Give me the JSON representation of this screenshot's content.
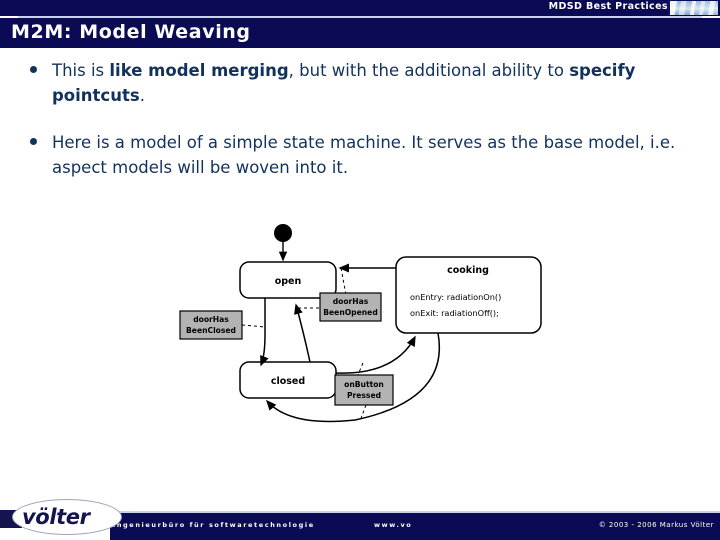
{
  "header": {
    "kicker": "MDSD Best Practices",
    "thumb_icon": "decorative-photo-strip",
    "title": "M2M: Model Weaving",
    "band_color": "#0b0b55",
    "rule_color": "#c9d4ea"
  },
  "bullets": [
    {
      "marker": "bullet-dot",
      "segments": [
        {
          "text": "This is ",
          "bold": false
        },
        {
          "text": "like model merging",
          "bold": true
        },
        {
          "text": ", but with the additional ability to ",
          "bold": false
        },
        {
          "text": "specify pointcuts",
          "bold": true
        },
        {
          "text": ".",
          "bold": false
        }
      ]
    },
    {
      "marker": "bullet-dot",
      "segments": [
        {
          "text": "Here is a model of a simple state machine. It serves as the base model, i.e. aspect models will be woven into it.",
          "bold": false
        }
      ]
    }
  ],
  "diagram": {
    "caption": "simple state machine base model",
    "initial_state": {
      "name": "initial-pseudostate",
      "shape": "filled-circle"
    },
    "states": [
      {
        "id": "open",
        "label": "open",
        "actions": []
      },
      {
        "id": "closed",
        "label": "closed",
        "actions": []
      },
      {
        "id": "cooking",
        "label": "cooking",
        "actions": [
          "onEntry: radiationOn()",
          "onExit: radiationOff();"
        ]
      }
    ],
    "events": [
      {
        "id": "doorHasBeenClosed",
        "line1": "doorHas",
        "line2": "BeenClosed"
      },
      {
        "id": "doorHasBeenOpened",
        "line1": "doorHas",
        "line2": "BeenOpened"
      },
      {
        "id": "onButtonPressed",
        "line1": "onButton",
        "line2": "Pressed"
      }
    ],
    "transitions": [
      {
        "from": "initial",
        "to": "open",
        "event": ""
      },
      {
        "from": "open",
        "to": "closed",
        "event": "doorHasBeenClosed"
      },
      {
        "from": "closed",
        "to": "open",
        "event": "doorHasBeenOpened"
      },
      {
        "from": "cooking",
        "to": "open",
        "event": "doorHasBeenOpened"
      },
      {
        "from": "closed",
        "to": "cooking",
        "event": "onButtonPressed"
      },
      {
        "from": "cooking",
        "to": "closed",
        "event": "onButtonPressed"
      }
    ],
    "event_box_fill": "#b3b3b3",
    "state_fill": "#ffffff",
    "stroke": "#000000"
  },
  "footer": {
    "logo_text": "völter",
    "tagline": "ingenieurbüro für softwaretechnologie",
    "url": "www.vo",
    "copyright": "© 2003 - 2006 Markus Völter"
  }
}
